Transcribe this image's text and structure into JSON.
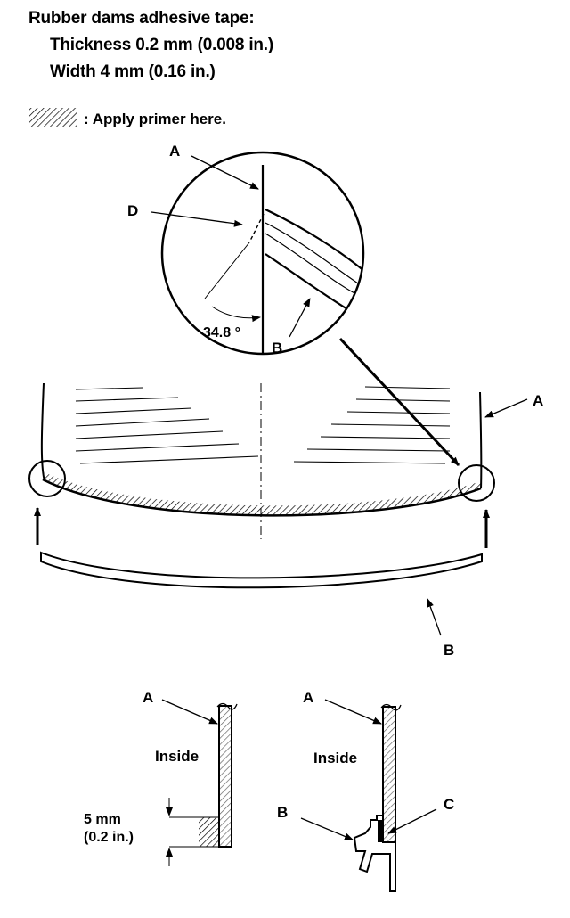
{
  "header": {
    "title": "Rubber dams adhesive tape:",
    "thickness": "Thickness 0.2 mm (0.008 in.)",
    "width": "Width 4 mm (0.16 in.)"
  },
  "legend": {
    "primer_note": ": Apply primer here."
  },
  "detail_circle": {
    "label_a": "A",
    "label_d": "D",
    "label_b": "B",
    "angle": "34.8 °"
  },
  "main_view": {
    "label_a": "A",
    "label_b": "B"
  },
  "section_left": {
    "label_a": "A",
    "inside": "Inside",
    "dim_mm": "5 mm",
    "dim_in": "(0.2 in.)"
  },
  "section_right": {
    "label_a": "A",
    "inside": "Inside",
    "label_b": "B",
    "label_c": "C"
  }
}
